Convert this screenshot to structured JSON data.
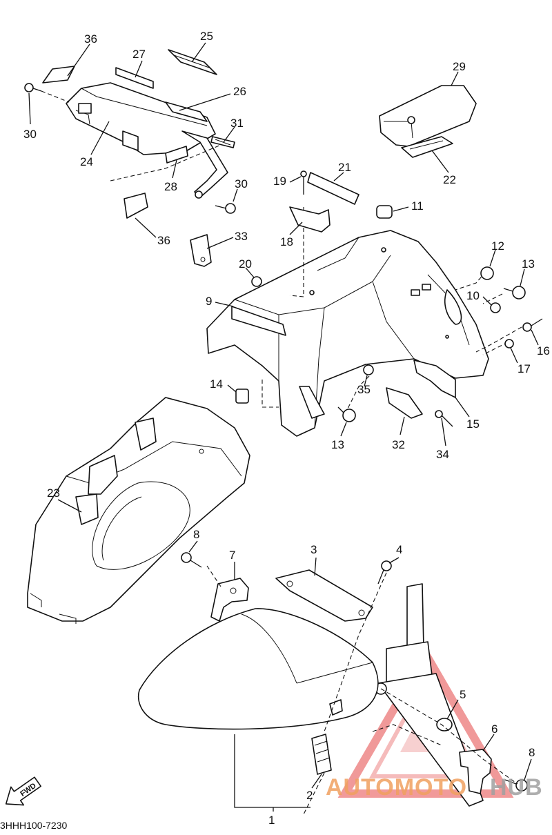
{
  "diagram": {
    "drawing_code": "3HHH100-7230",
    "direction_label": "FWD",
    "callouts": [
      "1",
      "2",
      "3",
      "4",
      "5",
      "6",
      "7",
      "8",
      "9",
      "10",
      "11",
      "12",
      "13",
      "14",
      "15",
      "16",
      "17",
      "18",
      "19",
      "20",
      "21",
      "22",
      "23",
      "24",
      "25",
      "26",
      "27",
      "28",
      "29",
      "30",
      "31",
      "32",
      "33",
      "34",
      "35",
      "36"
    ]
  },
  "watermark": {
    "text_a": "AUTOMOTO",
    "text_b": "HUB",
    "colors": {
      "primary": "#f0a060",
      "secondary": "#a0a0a0",
      "triangle": "#e03030"
    }
  }
}
